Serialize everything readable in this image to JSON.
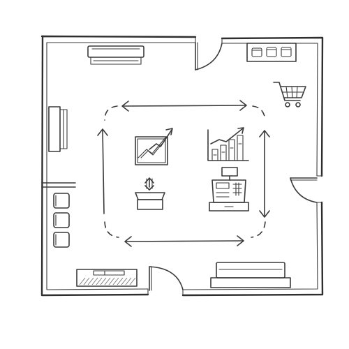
{
  "diagram": {
    "kind": "store floor plan sketch",
    "ink_color": "#3a3a3a",
    "background": "#ffffff",
    "elements": [
      {
        "name": "room-walls",
        "icon": "wall-outline"
      },
      {
        "name": "top-air-conditioner",
        "icon": "air-conditioner-icon"
      },
      {
        "name": "top-entrance-door",
        "icon": "door-icon"
      },
      {
        "name": "storage-jars-shelf",
        "icon": "shelf-icon"
      },
      {
        "name": "shopping-cart",
        "icon": "shopping-cart-icon"
      },
      {
        "name": "left-display-rack",
        "icon": "rack-icon"
      },
      {
        "name": "waiting-chairs",
        "icon": "chair-icon",
        "count": 3
      },
      {
        "name": "right-door",
        "icon": "door-icon"
      },
      {
        "name": "bottom-door",
        "icon": "door-icon"
      },
      {
        "name": "bottom-left-counter",
        "icon": "counter-icon"
      },
      {
        "name": "bottom-right-bench",
        "icon": "bench-icon"
      },
      {
        "name": "growth-chart-board",
        "icon": "growth-chart-icon"
      },
      {
        "name": "bar-chart-growth",
        "icon": "bar-chart-icon"
      },
      {
        "name": "box-upload",
        "icon": "box-arrow-icon"
      },
      {
        "name": "cash-register",
        "icon": "cash-register-icon"
      },
      {
        "name": "circulation-arrows",
        "icon": "cycle-arrows-icon"
      }
    ]
  }
}
